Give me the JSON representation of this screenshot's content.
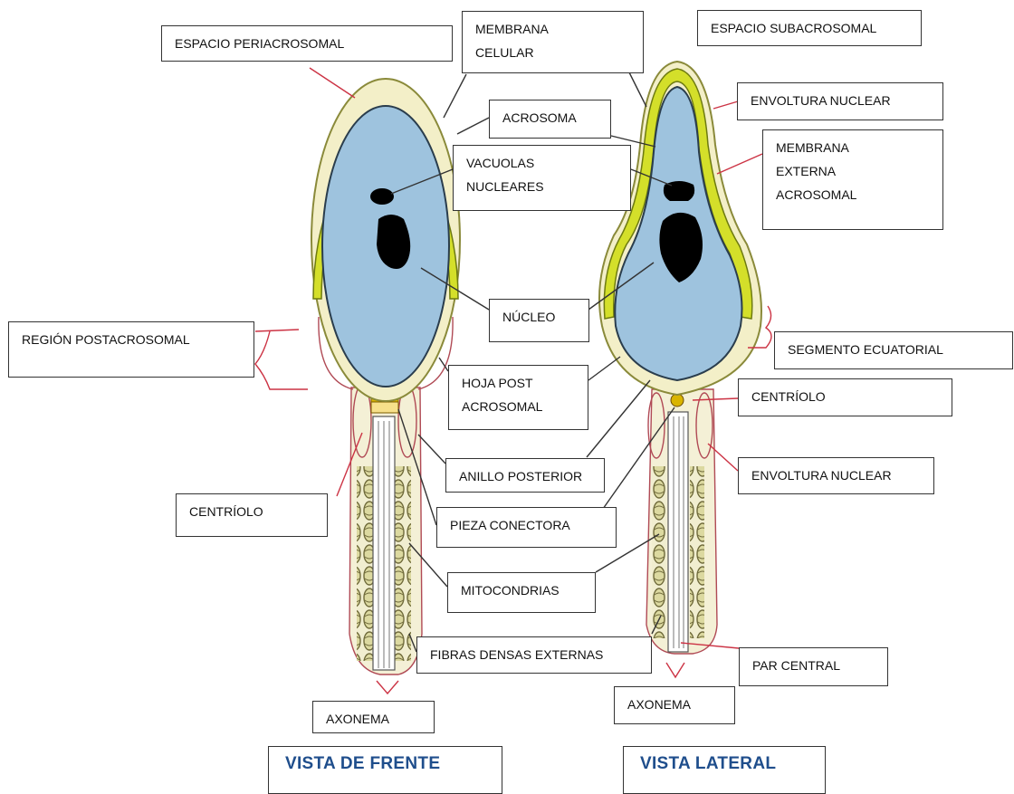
{
  "labels": {
    "espacio_periacrosomal": "ESPACIO PERIACROSOMAL",
    "membrana_celular": "MEMBRANA\nCELULAR",
    "espacio_subacrosomal": "ESPACIO SUBACROSOMAL",
    "envoltura_nuclear_top": "ENVOLTURA NUCLEAR",
    "acrosoma": "ACROSOMA",
    "membrana_externa_acrosomal": "MEMBRANA\nEXTERNA\nACROSOMAL",
    "vacuolas_nucleares": "VACUOLAS\nNUCLEARES",
    "nucleo": "NÚCLEO",
    "region_postacrosomal": "REGIÓN POSTACROSOMAL",
    "segmento_ecuatorial": "SEGMENTO ECUATORIAL",
    "hoja_post_acrosomal": "HOJA POST\nACROSOMAL",
    "centriolo_right": "CENTRÍOLO",
    "anillo_posterior": "ANILLO  POSTERIOR",
    "envoltura_nuclear_bottom": "ENVOLTURA NUCLEAR",
    "centriolo_left": "CENTRÍOLO",
    "pieza_conectora": "PIEZA CONECTORA",
    "mitocondrias": "MITOCONDRIAS",
    "fibras_densas_externas": "FIBRAS DENSAS EXTERNAS",
    "par_central": "PAR CENTRAL",
    "axonema_left": "AXONEMA",
    "axonema_right": "AXONEMA"
  },
  "views": {
    "front": "VISTA DE FRENTE",
    "lateral": "VISTA LATERAL"
  },
  "colors": {
    "nucleus": "#9ec3de",
    "acrosome": "#d4df2a",
    "membrane_pale": "#f3efc8",
    "pointer_dark": "#333333",
    "pointer_red": "#cc3344",
    "mitochondria": "#dcd9a0",
    "centriole": "#d9b400",
    "vacuole": "#000000",
    "view_title": "#1f4e8c"
  }
}
